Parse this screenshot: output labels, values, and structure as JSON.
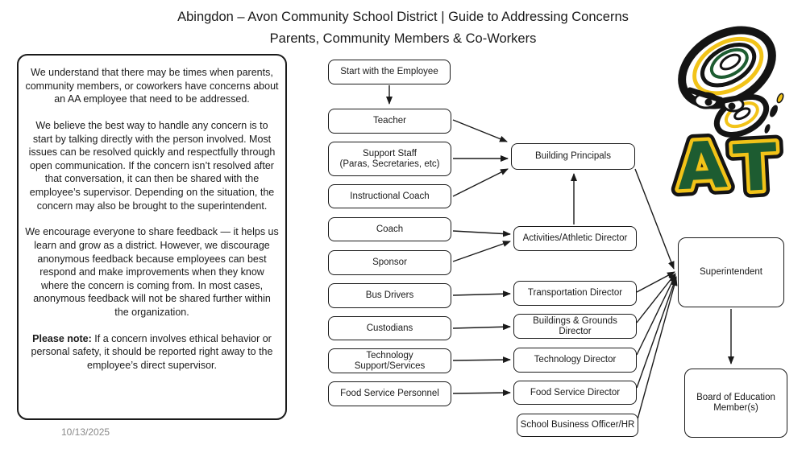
{
  "title": {
    "line1": "Abingdon – Avon Community School District | Guide to Addressing Concerns",
    "line2": "Parents, Community Members & Co-Workers"
  },
  "info_box": {
    "paragraph1": "We understand that there may be times when parents, community members, or coworkers have concerns about an AA employee that need to be addressed.",
    "paragraph2": "We believe the best way to handle any concern is to start by talking directly with the person involved. Most issues can be resolved quickly and respectfully through open communication. If the concern isn’t resolved after that conversation, it can then be shared with the employee’s supervisor. Depending on the situation, the concern may also be brought to the superintendent.",
    "paragraph3": "We encourage everyone to share feedback — it helps us learn and grow as a district. However, we discourage anonymous feedback because employees can best respond and make improvements when they know where the concern is coming from. In most cases, anonymous feedback will not be shared further within the organization.",
    "note_label": "Please note:",
    "note_text": " If a concern involves ethical behavior or personal safety, it should be reported right away to the employee’s direct supervisor."
  },
  "date": "10/13/2025",
  "flowchart": {
    "nodes": {
      "start": "Start with the Employee",
      "teacher": "Teacher",
      "support_staff": {
        "line1": "Support Staff",
        "line2": "(Paras, Secretaries, etc)"
      },
      "instructional_coach": "Instructional Coach",
      "coach": "Coach",
      "sponsor": "Sponsor",
      "bus_drivers": "Bus Drivers",
      "custodians": "Custodians",
      "technology_support": {
        "line1": "Technology",
        "line2": "Support/Services"
      },
      "food_service_personnel": "Food Service Personnel",
      "building_principals": "Building Principals",
      "activities_athletic_director": "Activities/Athletic Director",
      "transportation_director": "Transportation Director",
      "buildings_grounds_director": {
        "line1": "Buildings & Grounds",
        "line2": "Director"
      },
      "technology_director": "Technology Director",
      "food_service_director": "Food Service Director",
      "school_business_officer": "School Business Officer/HR",
      "superintendent": "Superintendent",
      "board_of_education": {
        "line1": "Board of Education",
        "line2": "Member(s)"
      }
    },
    "edges": [
      {
        "from": "start",
        "to": "teacher"
      },
      {
        "from": "teacher",
        "to": "building_principals"
      },
      {
        "from": "support_staff",
        "to": "building_principals"
      },
      {
        "from": "instructional_coach",
        "to": "building_principals"
      },
      {
        "from": "coach",
        "to": "activities_athletic_director"
      },
      {
        "from": "sponsor",
        "to": "activities_athletic_director"
      },
      {
        "from": "activities_athletic_director",
        "to": "building_principals"
      },
      {
        "from": "bus_drivers",
        "to": "transportation_director"
      },
      {
        "from": "custodians",
        "to": "buildings_grounds_director"
      },
      {
        "from": "technology_support",
        "to": "technology_director"
      },
      {
        "from": "food_service_personnel",
        "to": "food_service_director"
      },
      {
        "from": "building_principals",
        "to": "superintendent"
      },
      {
        "from": "transportation_director",
        "to": "superintendent"
      },
      {
        "from": "buildings_grounds_director",
        "to": "superintendent"
      },
      {
        "from": "technology_director",
        "to": "superintendent"
      },
      {
        "from": "food_service_director",
        "to": "superintendent"
      },
      {
        "from": "school_business_officer",
        "to": "superintendent"
      },
      {
        "from": "superintendent",
        "to": "board_of_education"
      }
    ]
  },
  "logo": {
    "letter_a": "A",
    "letter_t": "T",
    "green": "#1d5c31",
    "yellow": "#f2c318",
    "black": "#141414"
  }
}
